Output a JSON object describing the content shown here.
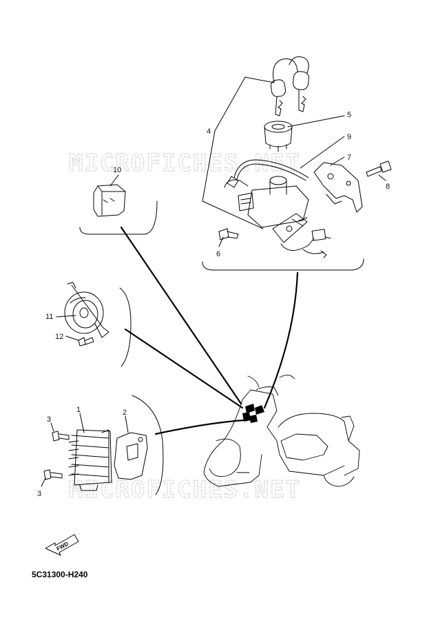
{
  "watermark": "MICROFICHES.NET",
  "diagram_code": "5C31300-H240",
  "fwd_label": "FWD",
  "callouts": {
    "c1": "1",
    "c2": "2",
    "c3a": "3",
    "c3b": "3",
    "c4": "4",
    "c5": "5",
    "c6": "6",
    "c7": "7",
    "c8": "8",
    "c9": "9",
    "c10": "10",
    "c11": "11",
    "c12": "12"
  }
}
